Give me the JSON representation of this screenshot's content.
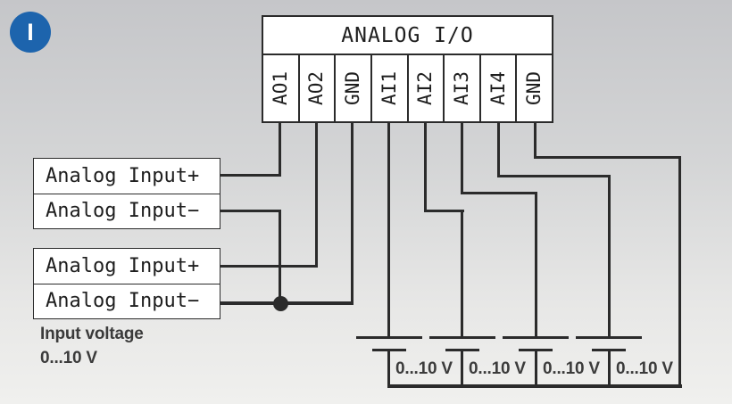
{
  "step_badge": {
    "label": "I",
    "color": "#1d64ad"
  },
  "terminal_block": {
    "title": "ANALOG I/O",
    "pins": [
      "AO1",
      "AO2",
      "GND",
      "AI1",
      "AI2",
      "AI3",
      "AI4",
      "GND"
    ]
  },
  "input_boxes": {
    "group1": {
      "rows": [
        "Analog Input+",
        "Analog Input−"
      ]
    },
    "group2": {
      "rows": [
        "Analog Input+",
        "Analog Input−"
      ]
    }
  },
  "caption": {
    "line1": "Input voltage",
    "line2": "0...10 V"
  },
  "voltage_sources": {
    "labels": [
      "0...10 V",
      "0...10 V",
      "0...10 V",
      "0...10 V"
    ]
  },
  "colors": {
    "wire": "#2b2b2b",
    "accent_blue": "#1d64ad",
    "box_fill": "#ffffff",
    "background_top": "#c5c6c9",
    "background_bottom": "#f0f0ee"
  }
}
